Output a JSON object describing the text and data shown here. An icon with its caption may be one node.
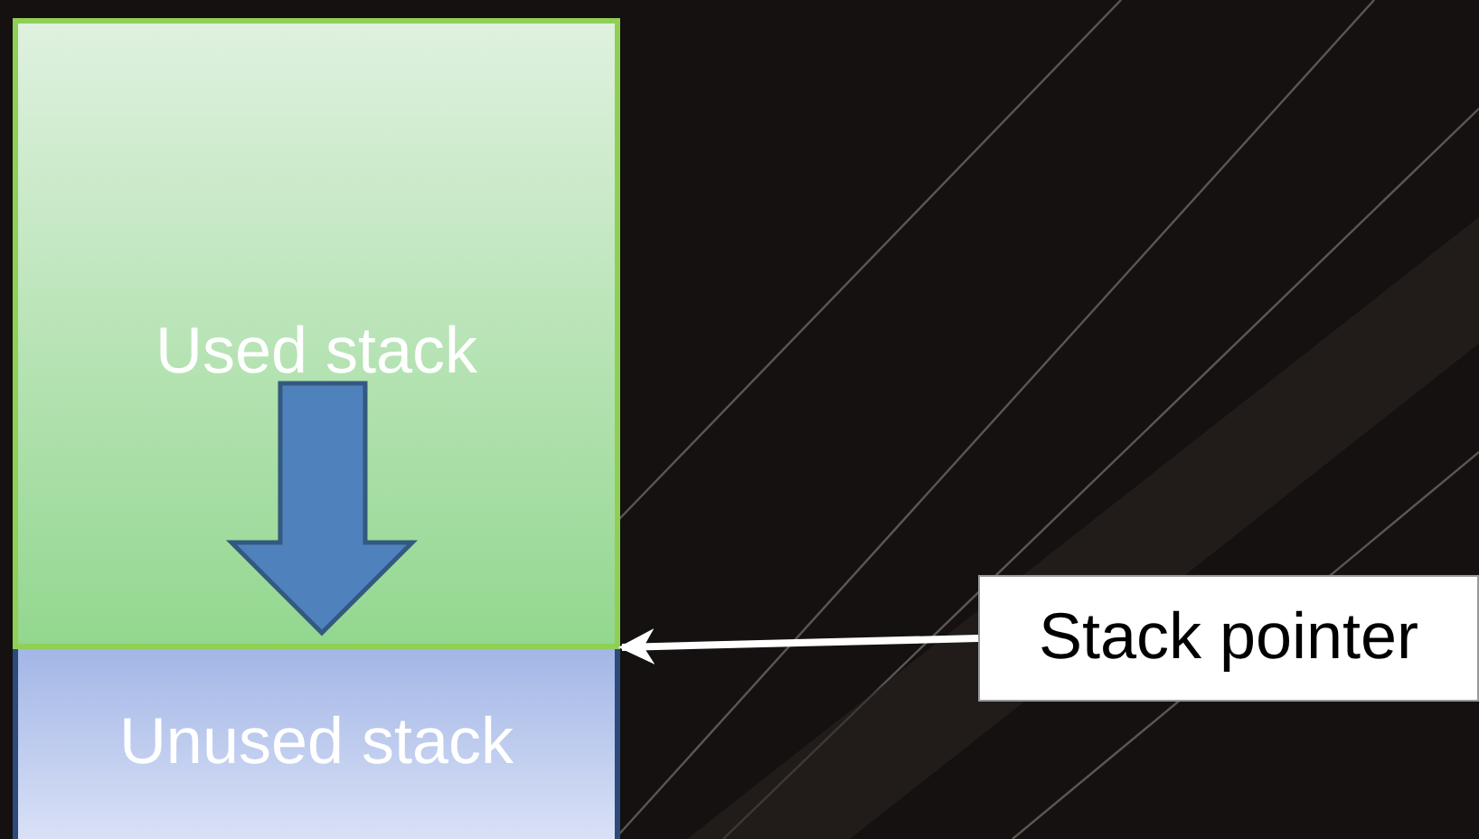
{
  "diagram": {
    "nodes": [
      {
        "text": [
          "Used stack"
        ]
      },
      {
        "text": [
          "Unused stack"
        ]
      },
      {
        "text": [
          "Stack pointer"
        ]
      }
    ],
    "edges": [
      {
        "from": 2,
        "to": 0,
        "arrow": "to"
      }
    ]
  }
}
